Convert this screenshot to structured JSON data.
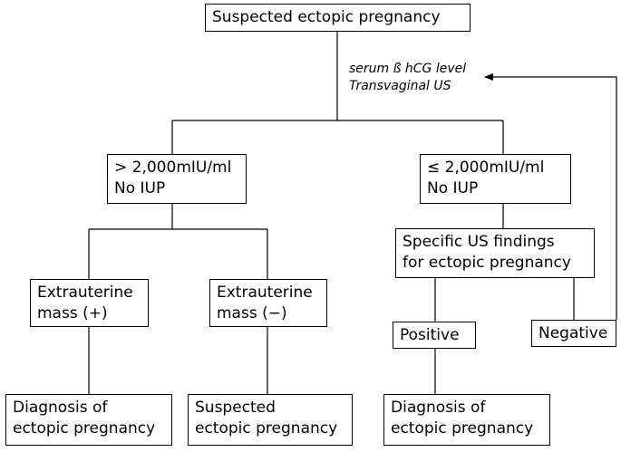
{
  "nodes": {
    "root": "Suspected ectopic pregnancy",
    "high_hcg": [
      "> 2,000mIU/ml",
      "No IUP"
    ],
    "low_hcg": [
      "≤ 2,000mIU/ml",
      "No IUP"
    ],
    "mass_pos": [
      "Extrauterine",
      "mass (+)"
    ],
    "mass_neg": [
      "Extrauterine",
      "mass (−)"
    ],
    "us_findings": [
      "Specific US findings",
      "for ectopic pregnancy"
    ],
    "positive": "Positive",
    "negative": "Negative",
    "dx_left": [
      "Diagnosis of",
      "ectopic pregnancy"
    ],
    "suspected": [
      "Suspected",
      "ectopic pregnancy"
    ],
    "dx_right": [
      "Diagnosis of",
      "ectopic pregnancy"
    ]
  },
  "note": [
    "serum ß hCG level",
    "Transvaginal US"
  ]
}
